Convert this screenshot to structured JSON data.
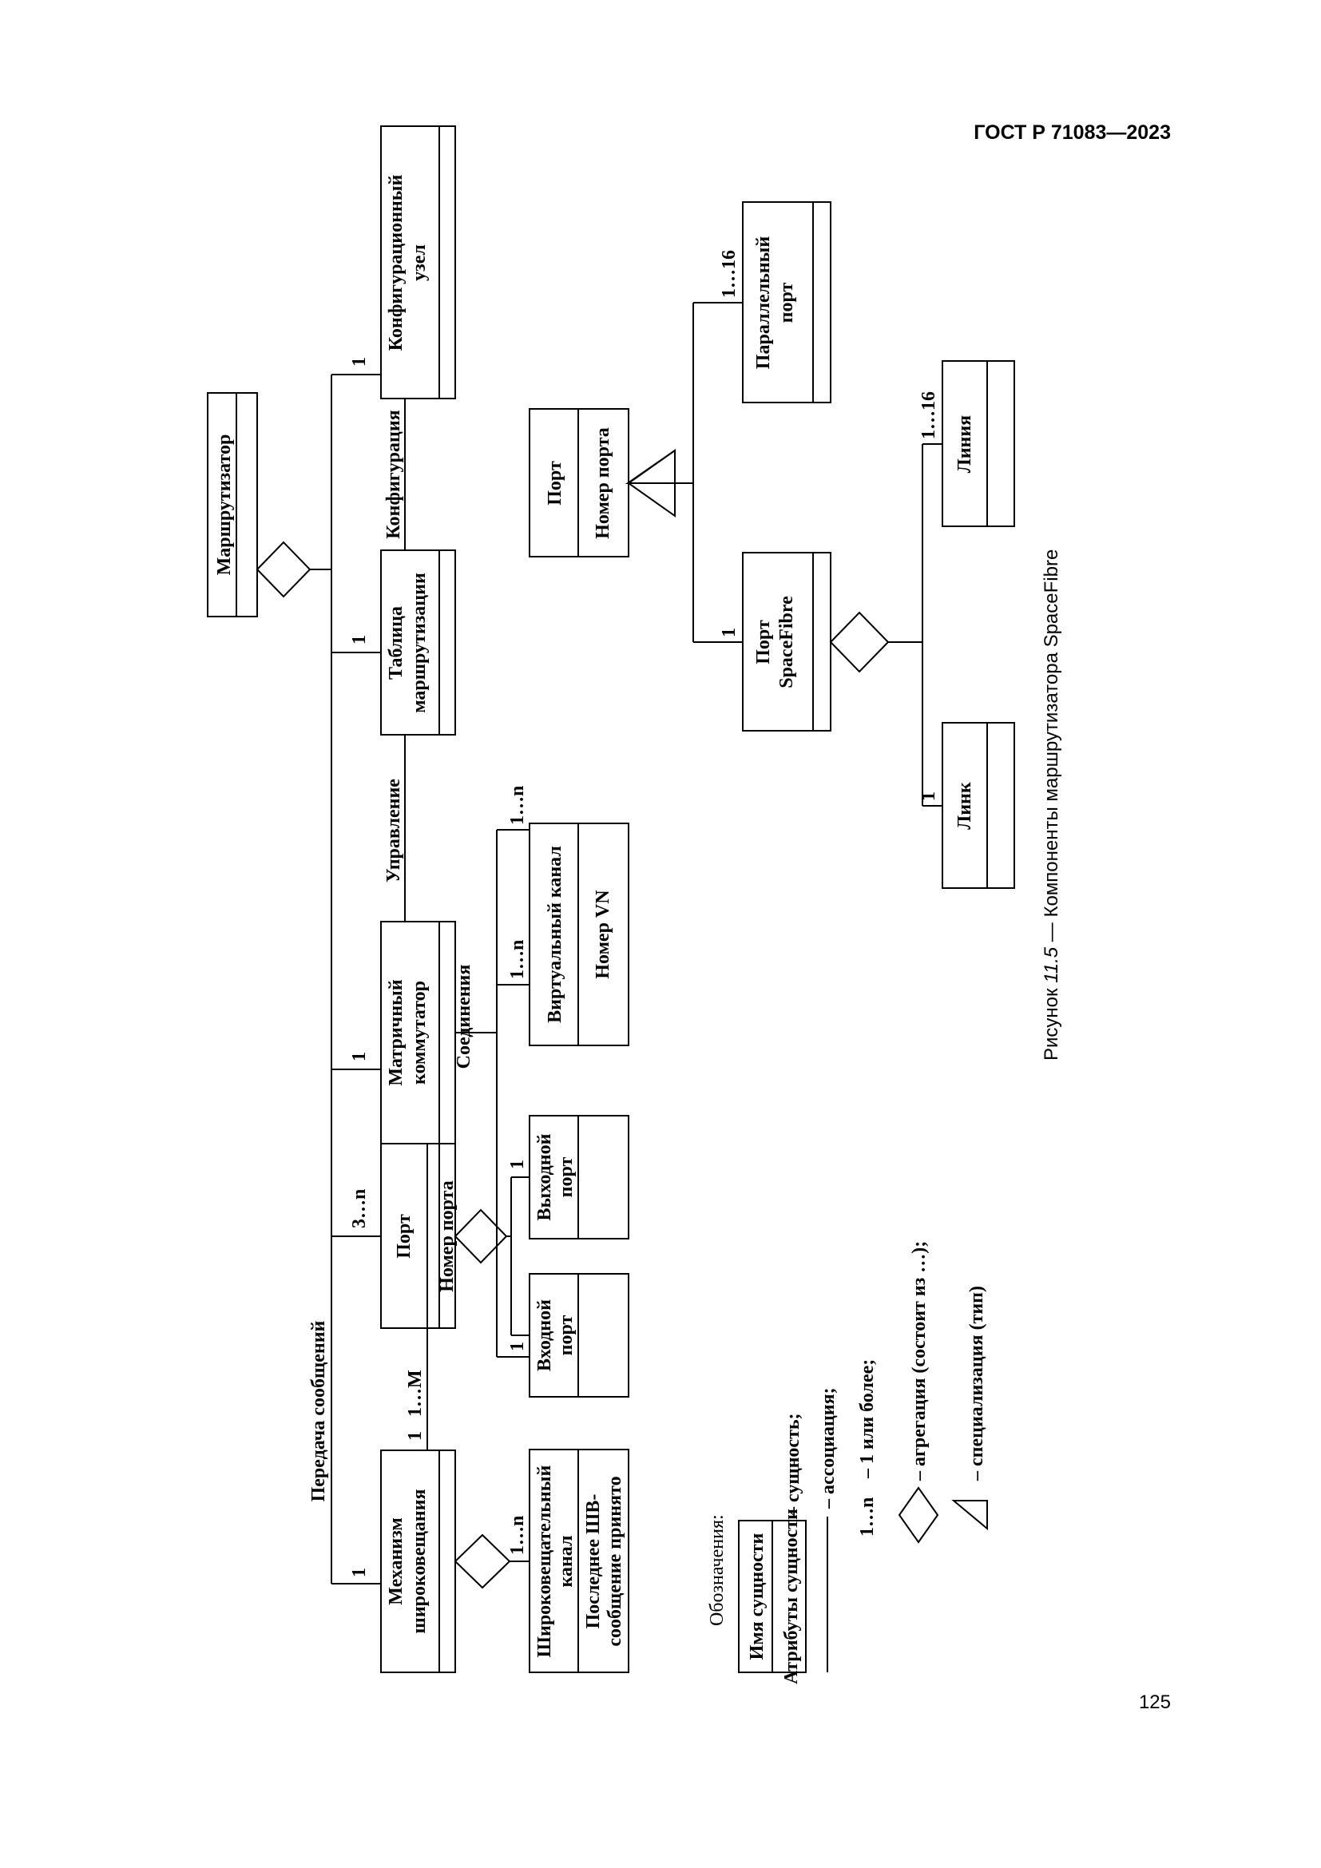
{
  "header": {
    "doc_id": "ГОСТ Р 71083—2023"
  },
  "page_number": "125",
  "caption": {
    "prefix": "Рисунок ",
    "number": "11.5",
    "text": " — Компоненты маршрутизатора SpaceFibre"
  },
  "classes": {
    "router": {
      "name": "Маршрутизатор"
    },
    "broadcast": {
      "name1": "Механизм",
      "name2": "широковещания"
    },
    "port_main": {
      "name": "Порт",
      "attr": "Номер порта"
    },
    "matrix": {
      "name1": "Матричный",
      "name2": "коммутатор"
    },
    "routing_table": {
      "name1": "Таблица",
      "name2": "маршрутизации"
    },
    "config_node": {
      "name1": "Конфигурационный",
      "name2": "узел"
    },
    "bc_channel": {
      "name1": "Широковещательный",
      "name2": "канал",
      "attr1": "Последнее ШВ-",
      "attr2": "сообщение принято"
    },
    "input_port": {
      "name1": "Входной",
      "name2": "порт"
    },
    "output_port": {
      "name1": "Выходной",
      "name2": "порт"
    },
    "virtual_channel": {
      "name": "Виртуальный канал",
      "attr": "Номер VN"
    },
    "port_general": {
      "name": "Порт",
      "attr": "Номер порта"
    },
    "sf_port": {
      "name1": "Порт",
      "name2": "SpaceFibre"
    },
    "parallel_port": {
      "name1": "Параллельный",
      "name2": "порт"
    },
    "link": {
      "name": "Линк"
    },
    "line": {
      "name": "Линия"
    }
  },
  "associations": {
    "message_transfer": "Передача сообщений",
    "control": "Управление",
    "configuration": "Конфигурация",
    "connections": "Соединения"
  },
  "multiplicities": {
    "broadcast_top": "1",
    "port_top": "3…n",
    "matrix_top": "1",
    "table_top": "1",
    "config_top": "1",
    "bc_one": "1",
    "bc_many": "1…M",
    "bcchan": "1…n",
    "input": "1",
    "output": "1",
    "vc_in": "1…n",
    "vc_out": "1…n",
    "sf_port": "1",
    "parallel": "1…16",
    "link": "1",
    "line": "1…16"
  },
  "legend": {
    "title": "Обозначения:",
    "entity_name": "Имя сущности",
    "entity_attrs": "Атрибуты сущности",
    "entity_desc": "– сущность;",
    "assoc_desc": "– ассоциация;",
    "mult_symbol": "1…n",
    "mult_desc": "– 1 или более;",
    "aggr_desc": "– агрегация (состоит из …);",
    "spec_desc": "– специализация (тип)"
  }
}
